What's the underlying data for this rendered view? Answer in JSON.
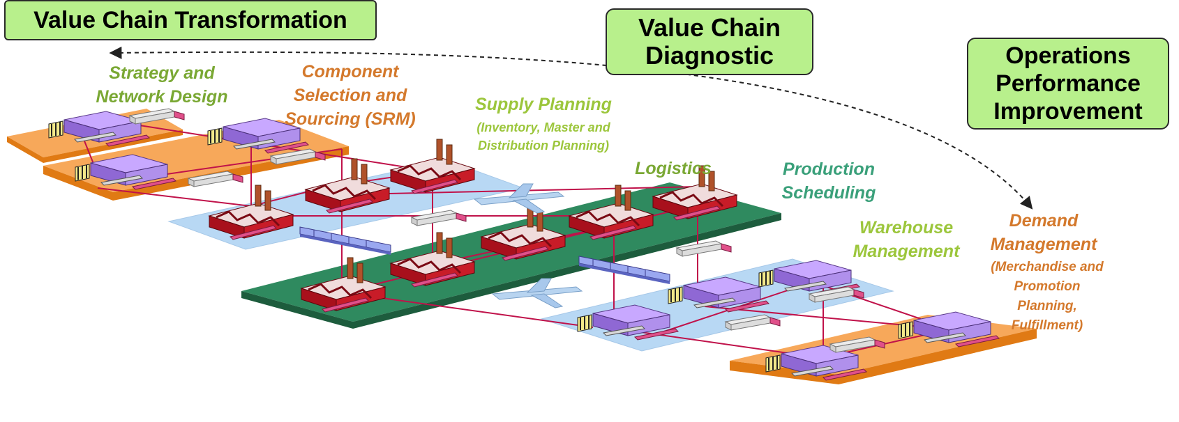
{
  "title_boxes": {
    "transformation": "Value Chain Transformation",
    "diagnostic": "Value Chain\nDiagnostic",
    "operations": "Operations\nPerformance\nImprovement"
  },
  "labels": {
    "strategy": "Strategy and\nNetwork Design",
    "component": "Component\nSelection and\nSourcing (SRM)",
    "supply": "Supply Planning",
    "supply_sub": "(Inventory, Master and\nDistribution Planning)",
    "logistics": "Logistics",
    "production": "Production\nScheduling",
    "warehouse": "Warehouse\nManagement",
    "demand": "Demand\nManagement",
    "demand_sub": "(Merchandise and\nPromotion\nPlanning,\nFulfillment)"
  },
  "colors": {
    "box_fill": "#b8f08c",
    "orange_platform": "#f7a85a",
    "orange_platform_edge": "#e07a14",
    "blue_platform": "#b8d8f4",
    "green_platform": "#2f8a5f",
    "green_platform_edge": "#1d5c3d",
    "network_line": "#c0124a",
    "factory_red": "#a8101c",
    "warehouse_purple": "#a880e0",
    "truck_pink": "#e04a7a",
    "arrow": "#222222"
  }
}
